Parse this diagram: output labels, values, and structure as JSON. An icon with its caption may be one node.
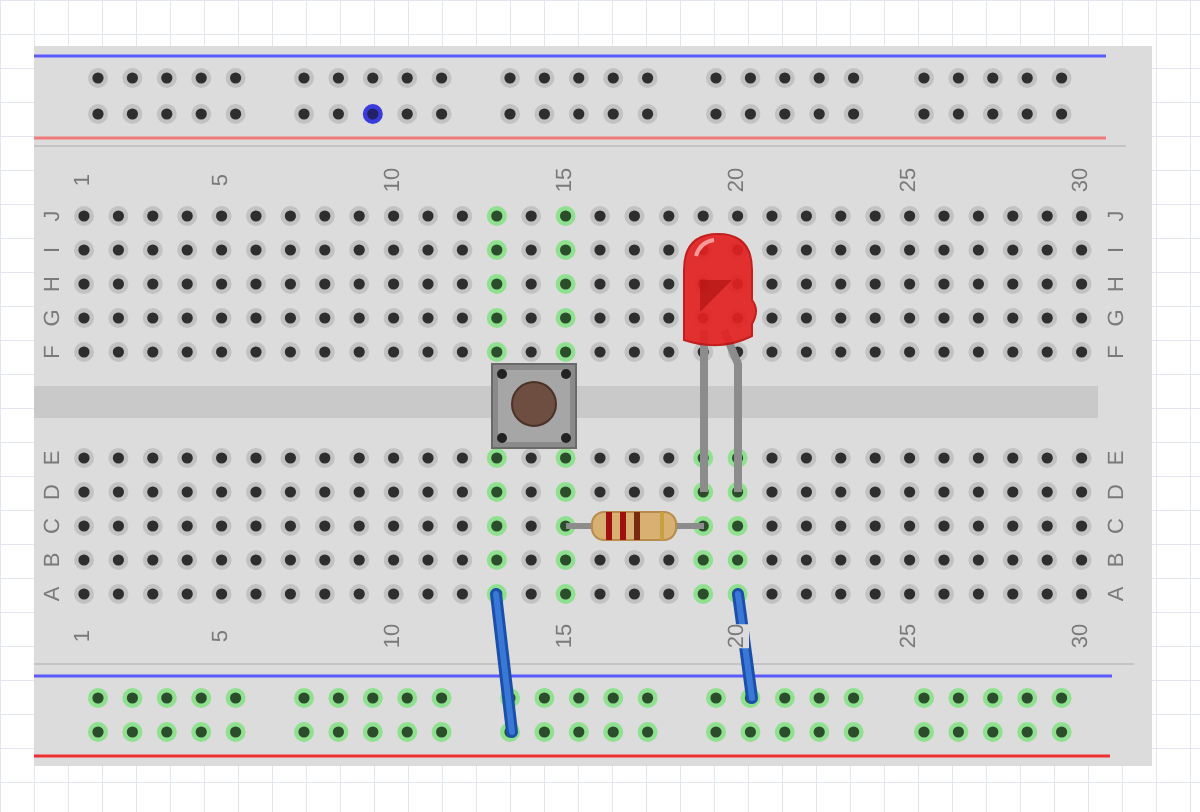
{
  "diagram": {
    "labels": [
      "1",
      "5",
      "10",
      "15",
      "20",
      "25",
      "30",
      "J",
      "J",
      "I",
      "I",
      "H",
      "H",
      "G",
      "G",
      "F",
      "F",
      "E",
      "E",
      "D",
      "D",
      "C",
      "C",
      "B",
      "B",
      "A",
      "A",
      "1",
      "5",
      "10",
      "15",
      "20",
      "25",
      "30"
    ]
  }
}
